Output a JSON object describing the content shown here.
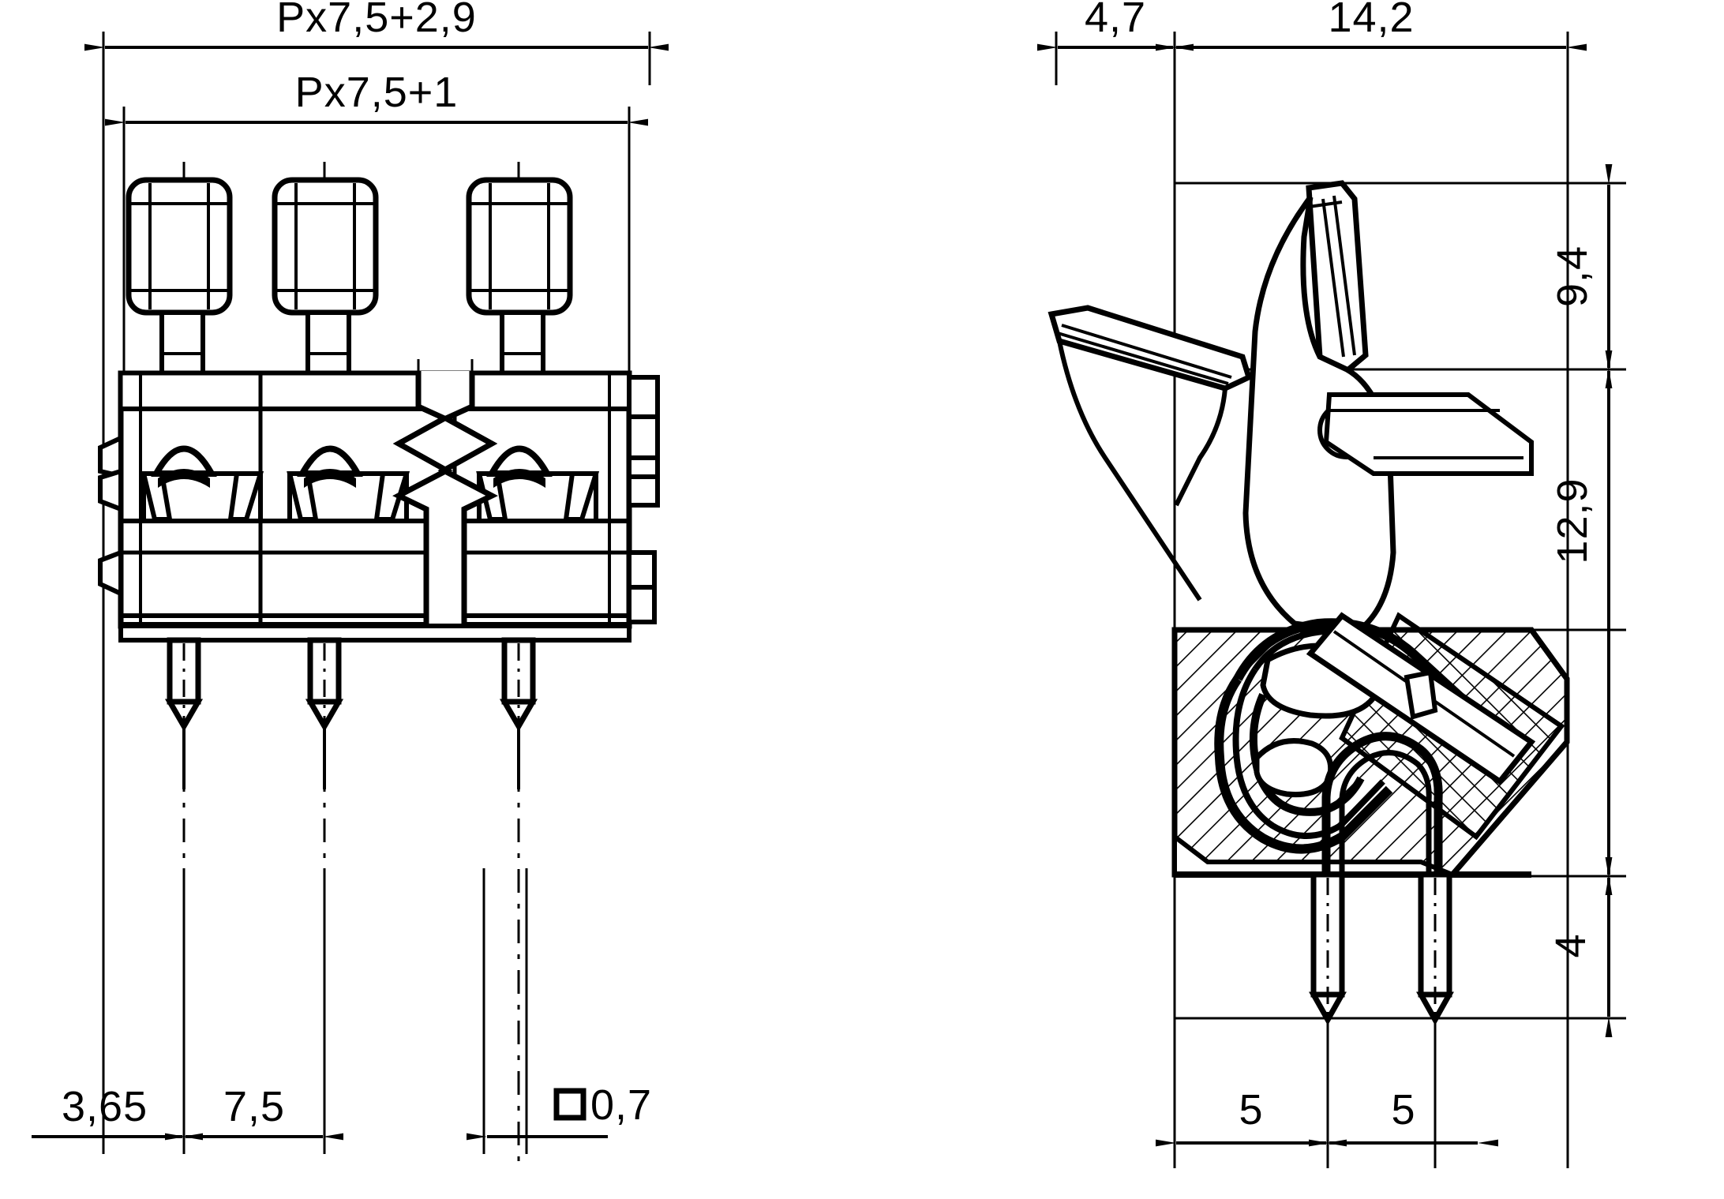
{
  "drawing": {
    "type": "engineering-dimension-drawing",
    "subject": "PCB spring-cage terminal block, 3 poles shown with break symbol",
    "views": [
      {
        "id": "front-view",
        "name": "Front view (multi-pole, broken)"
      },
      {
        "id": "side-section-view",
        "name": "Side sectional view"
      }
    ],
    "background_color": "#ffffff",
    "line_color": "#000000"
  },
  "dimensions": {
    "front": {
      "overall_width": "Px7,5+2,9",
      "body_width": "Px7,5+1",
      "edge_to_first_pin": "3,65",
      "pin_pitch": "7,5",
      "pin_cross_section": "0,7",
      "pin_cross_section_symbol": "square-symbol"
    },
    "side": {
      "rear_depth": "4,7",
      "front_depth": "14,2",
      "upper_height": "9,4",
      "lower_height": "12,9",
      "pin_length": "4",
      "pin_row_spacing_1": "5",
      "pin_row_spacing_2": "5"
    }
  },
  "labels": [
    {
      "id": "lbl-px75-29",
      "text": "Px7,5+2,9",
      "view": "front",
      "rotation": 0
    },
    {
      "id": "lbl-px75-1",
      "text": "Px7,5+1",
      "view": "front",
      "rotation": 0
    },
    {
      "id": "lbl-365",
      "text": "3,65",
      "view": "front",
      "rotation": 0
    },
    {
      "id": "lbl-75",
      "text": "7,5",
      "view": "front",
      "rotation": 0
    },
    {
      "id": "lbl-07",
      "text": "0,7",
      "view": "front",
      "rotation": 0
    },
    {
      "id": "lbl-47",
      "text": "4,7",
      "view": "side",
      "rotation": 0
    },
    {
      "id": "lbl-142",
      "text": "14,2",
      "view": "side",
      "rotation": 0
    },
    {
      "id": "lbl-94",
      "text": "9,4",
      "view": "side",
      "rotation": -90
    },
    {
      "id": "lbl-129",
      "text": "12,9",
      "view": "side",
      "rotation": -90
    },
    {
      "id": "lbl-4",
      "text": "4",
      "view": "side",
      "rotation": -90
    },
    {
      "id": "lbl-5a",
      "text": "5",
      "view": "side",
      "rotation": 0
    },
    {
      "id": "lbl-5b",
      "text": "5",
      "view": "side",
      "rotation": 0
    }
  ]
}
